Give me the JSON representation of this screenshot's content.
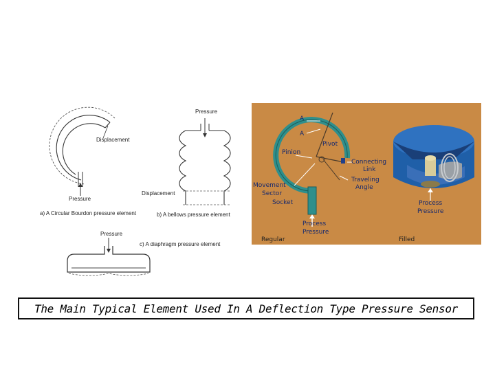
{
  "sketches": {
    "bourdon": {
      "displacement": "Displacement",
      "pressure": "Pressure",
      "caption": "a) A Circular Bourdon pressure element"
    },
    "bellows": {
      "pressure": "Pressure",
      "displacement": "Displacement",
      "caption": "b) A bellows pressure element"
    },
    "diaphragm": {
      "pressure": "Pressure",
      "caption": "c) A diaphragm pressure element"
    }
  },
  "gauge_photo": {
    "labels": {
      "a_top": "A",
      "a_bottom": "A",
      "pivot": "Pivot",
      "pinion": "Pinion",
      "connecting": "Connecting",
      "link": "Link",
      "traveling": "Traveling",
      "angle": "Angle",
      "movement": "Movement",
      "sector": "Sector",
      "socket": "Socket",
      "process_left": "Process",
      "pressure_left": "Pressure",
      "process_right": "Process",
      "pressure_right": "Pressure",
      "regular": "Regular",
      "filled": "Filled"
    },
    "colors": {
      "background": "#c98a45",
      "tube": "#2f8f8c",
      "gauge_body": "#1f5fa8",
      "arrow": "#ffffff"
    }
  },
  "caption": "The Main Typical Element Used In A Deflection Type Pressure Sensor"
}
